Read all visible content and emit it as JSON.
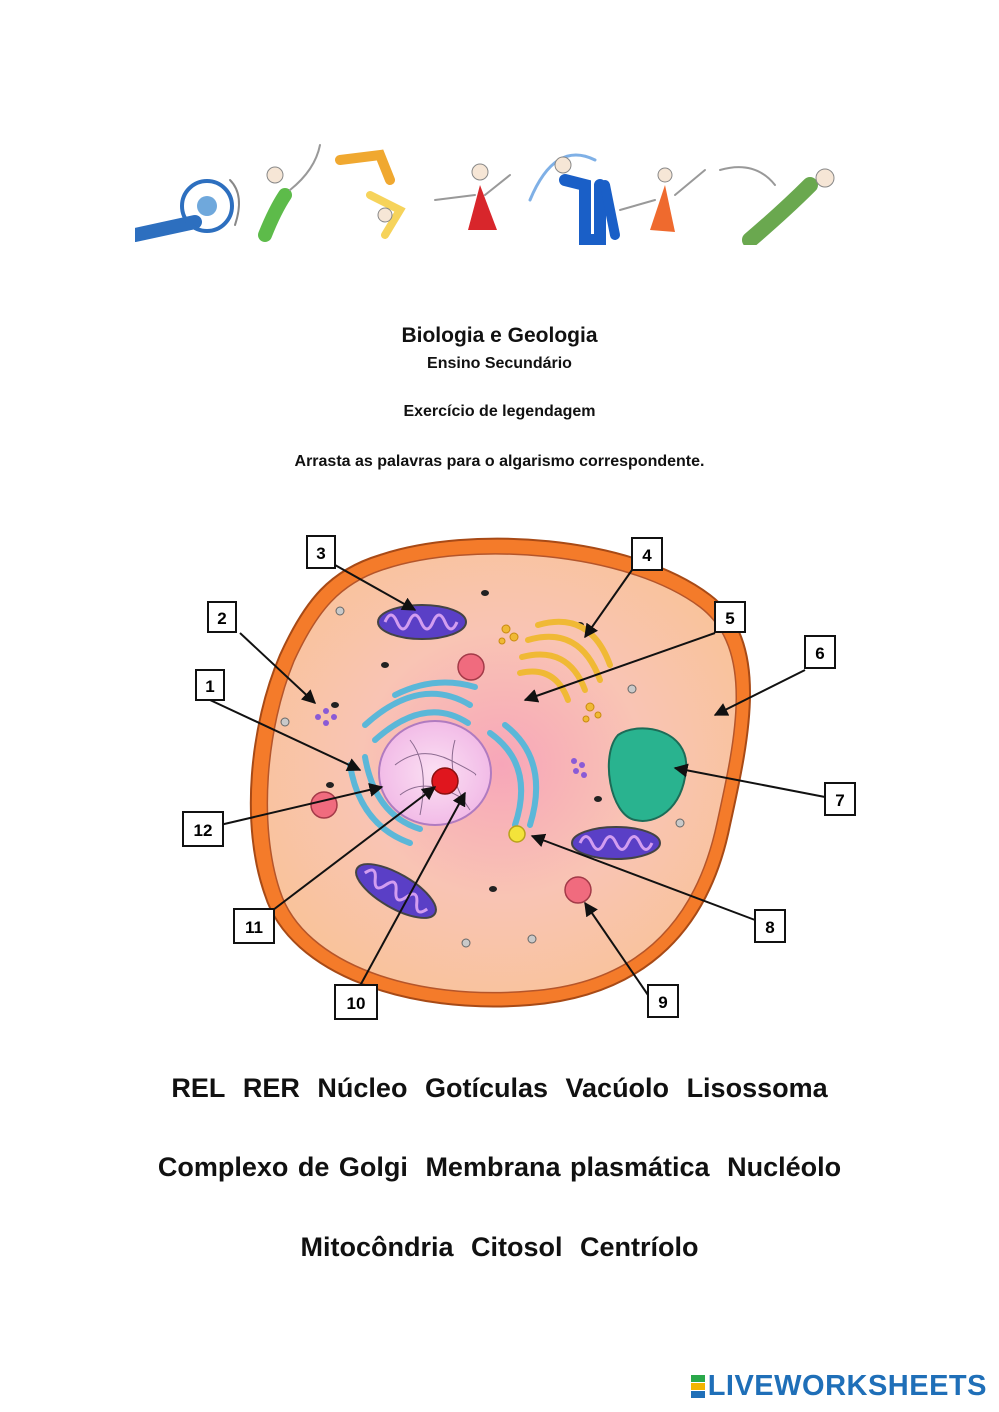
{
  "header": {
    "subject": "Biologia e Geologia",
    "level": "Ensino Secundário",
    "exercise": "Exercício de legendagem",
    "instruction": "Arrasta as palavras para o algarismo correspondente."
  },
  "diagram": {
    "labels": [
      "1",
      "2",
      "3",
      "4",
      "5",
      "6",
      "7",
      "8",
      "9",
      "10",
      "11",
      "12"
    ]
  },
  "word_bank": {
    "line1": [
      "REL",
      "RER",
      "Núcleo",
      "Gotículas",
      "Vacúolo",
      "Lisossoma"
    ],
    "line2": [
      "Complexo de Golgi",
      "Membrana plasmática",
      "Nucléolo"
    ],
    "line3": [
      "Mitocôndria",
      "Citosol",
      "Centríolo"
    ]
  },
  "brand": {
    "name": "LIVEWORKSHEETS",
    "mark_colors": [
      "#2aa84a",
      "#f2b400",
      "#1f6fb8"
    ]
  }
}
